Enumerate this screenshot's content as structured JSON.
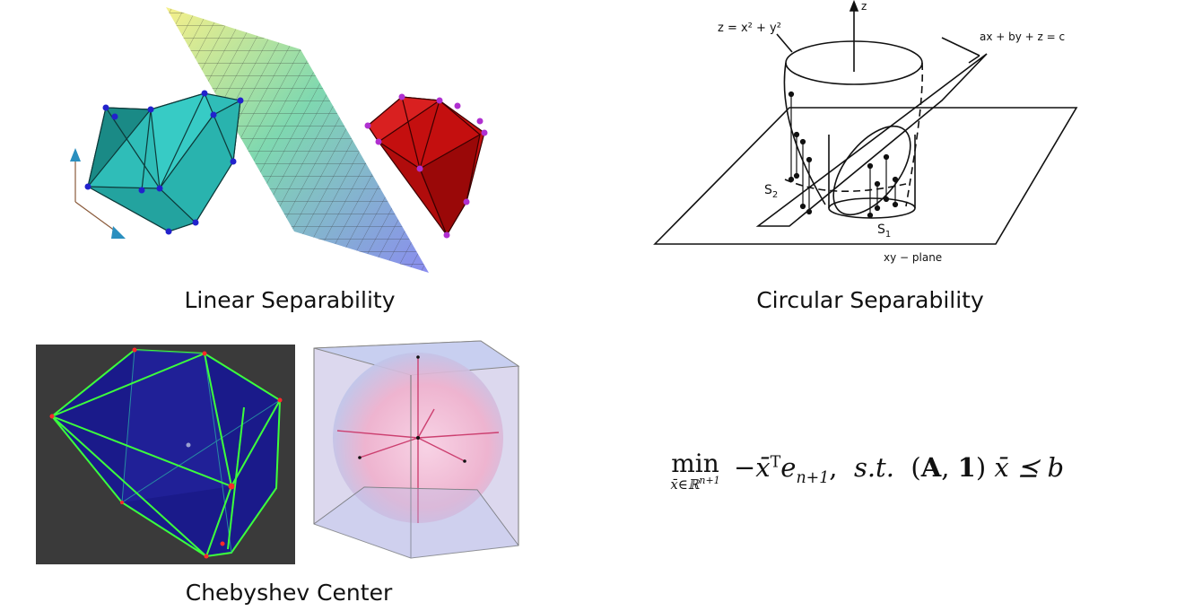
{
  "captions": {
    "linear": "Linear Separability",
    "circular": "Circular Separability",
    "chebyshev": "Chebyshev Center"
  },
  "circular_figure_labels": {
    "z_axis": "z",
    "paraboloid": "z = x² + y²",
    "plane": "ax + by + z = c",
    "set_s2": "S",
    "set_s2_sub": "2",
    "set_s1": "S",
    "set_s1_sub": "1",
    "xy_plane": "xy − plane"
  },
  "formula": {
    "operator": "min",
    "subscript_var": "x̄∈ℝ",
    "subscript_exp": "n+1",
    "objective_lead": "−x̄",
    "objective_sup": "T",
    "objective_e": "e",
    "objective_sub": "n+1",
    "st": "s.t.",
    "matrix_A": "A",
    "ones": "1",
    "rhs": "x̄ ⪯ b"
  },
  "colors": {
    "cyan_polytope": "#2fbdb8",
    "red_polytope": "#c40f0f",
    "dark_panel_bg": "#3a3a3a",
    "navy_polytope": "#1a1a8a",
    "green_edges": "#3cff3c",
    "sphere_pink": "#f3b8d0"
  }
}
